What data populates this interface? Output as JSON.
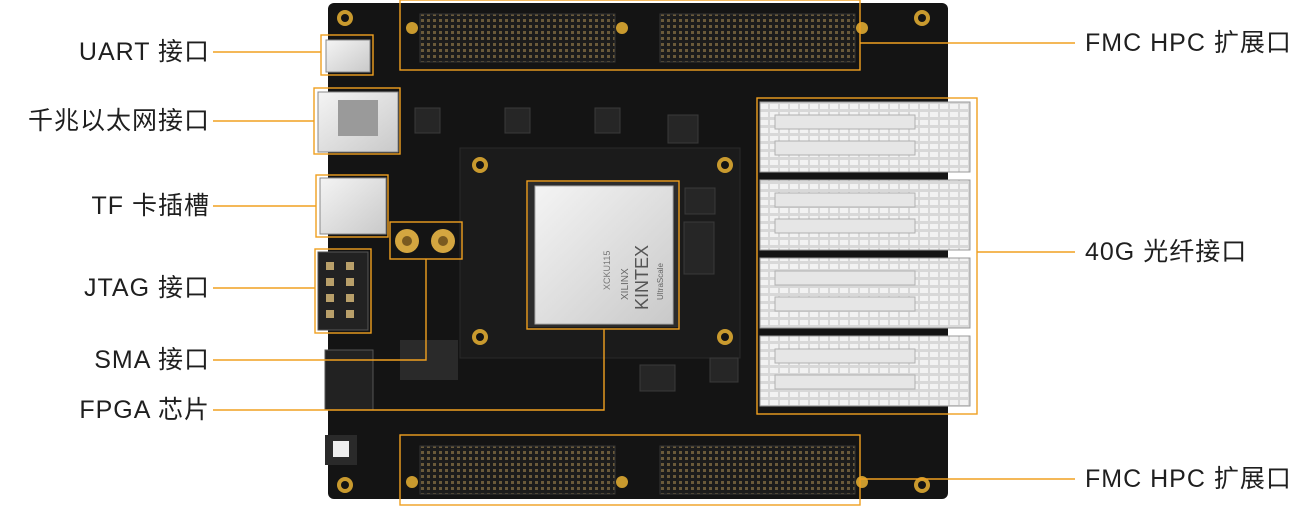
{
  "labels": {
    "uart": "UART 接口",
    "ethernet": "千兆以太网接口",
    "tf": "TF 卡插槽",
    "jtag": "JTAG 接口",
    "sma": "SMA 接口",
    "fpga": "FPGA 芯片",
    "fmc_top": "FMC HPC 扩展口",
    "qsfp": "40G 光纤接口",
    "fmc_bottom": "FMC HPC 扩展口"
  },
  "chip_text": {
    "brand": "XILINX",
    "family": "KINTEX",
    "series": "UltraScale",
    "part": "XCKU115"
  },
  "colors": {
    "callout": "#f0a020",
    "board": "#141414",
    "label_text": "#1f1f1f"
  }
}
